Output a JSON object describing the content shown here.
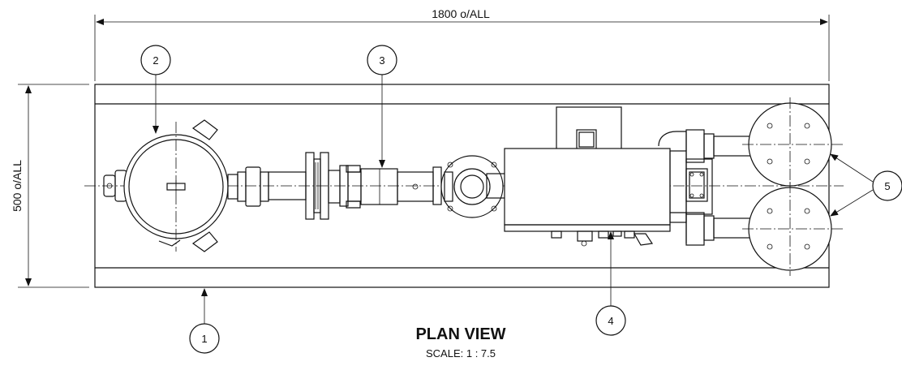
{
  "dimensions": {
    "width_label": "1800 o/ALL",
    "height_label": "500 o/ALL"
  },
  "balloons": [
    "1",
    "2",
    "3",
    "4",
    "5"
  ],
  "title": "PLAN VIEW",
  "scale": "SCALE: 1 : 7.5"
}
